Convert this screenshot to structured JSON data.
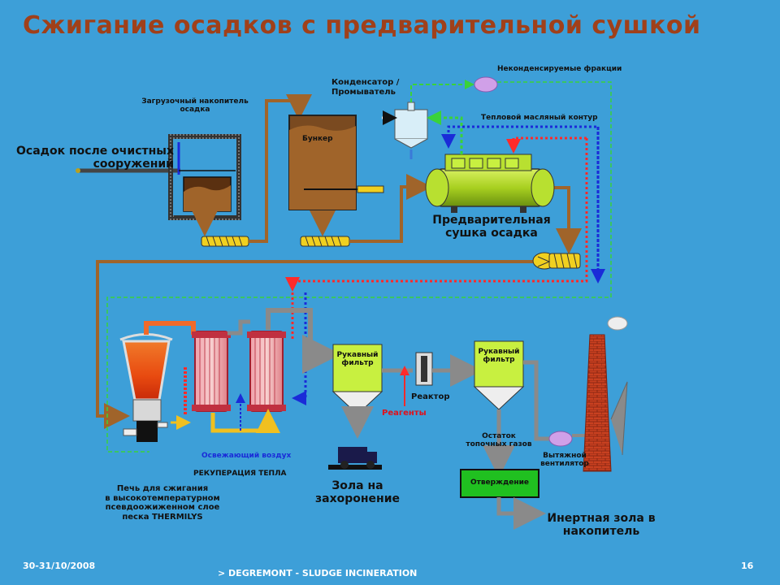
{
  "title": "Сжигание осадков с предварительной сушкой",
  "labels": {
    "sludge_source": "Осадок после очистных\nсооружений",
    "loading_storage": "Загрузочный накопитель\nосадка",
    "bunker": "Бункер",
    "condenser": "Конденсатор /\nПромыватель",
    "non_condensable": "Неконденсируемые фракции",
    "oil_loop": "Тепловой масляный контур",
    "predryer": "Предварительная\nсушка осадка",
    "bag_filter_1": "Рукавный\nфильтр",
    "bag_filter_2": "Рукавный\nфильтр",
    "reactor": "Реактор",
    "reagents": "Реагенты",
    "residue": "Остаток\nтопочных газов",
    "exhaust_fan": "Вытяжной\nвентилятор",
    "solidification": "Отверждение",
    "fresh_air": "Освежающий воздух",
    "heat_recovery": "РЕКУПЕРАЦИЯ ТЕПЛА",
    "furnace": "Печь для сжигания\nв высокотемпературном\nпсевдоожиженном слое\nпеска THERMILYS",
    "ash_burial": "Зола на\nзахоронение",
    "inert_ash": "Инертная зола в\nнакопитель"
  },
  "footer": {
    "date": "30-31/10/2008",
    "brand": "> DEGREMONT - SLUDGE INCINERATION",
    "page": "16"
  },
  "colors": {
    "background": "#3d9fd8",
    "title": "#a0401a",
    "sludge_pipe": "#a0642a",
    "gas_pipe": "#8a8a8a",
    "hot_loop": "#ff2a2a",
    "cold_loop": "#1a2bd8",
    "condensate": "#3ad23a",
    "heat_yellow": "#f0c020"
  }
}
